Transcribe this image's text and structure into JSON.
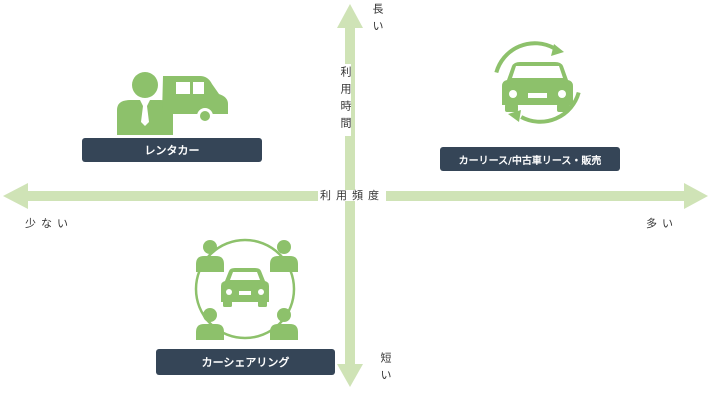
{
  "axes": {
    "vertical_title": "利用時間",
    "vertical_top": "長い",
    "vertical_bottom": "短い",
    "horizontal_title": "利用頻度",
    "horizontal_left": "少ない",
    "horizontal_right": "多い"
  },
  "items": {
    "rental": "レンタカー",
    "lease": "カーリース/中古車リース・販売",
    "sharing": "カーシェアリング"
  },
  "colors": {
    "arrow": "#cfe3b6",
    "icon": "#8dc16b",
    "badge": "#354557"
  }
}
